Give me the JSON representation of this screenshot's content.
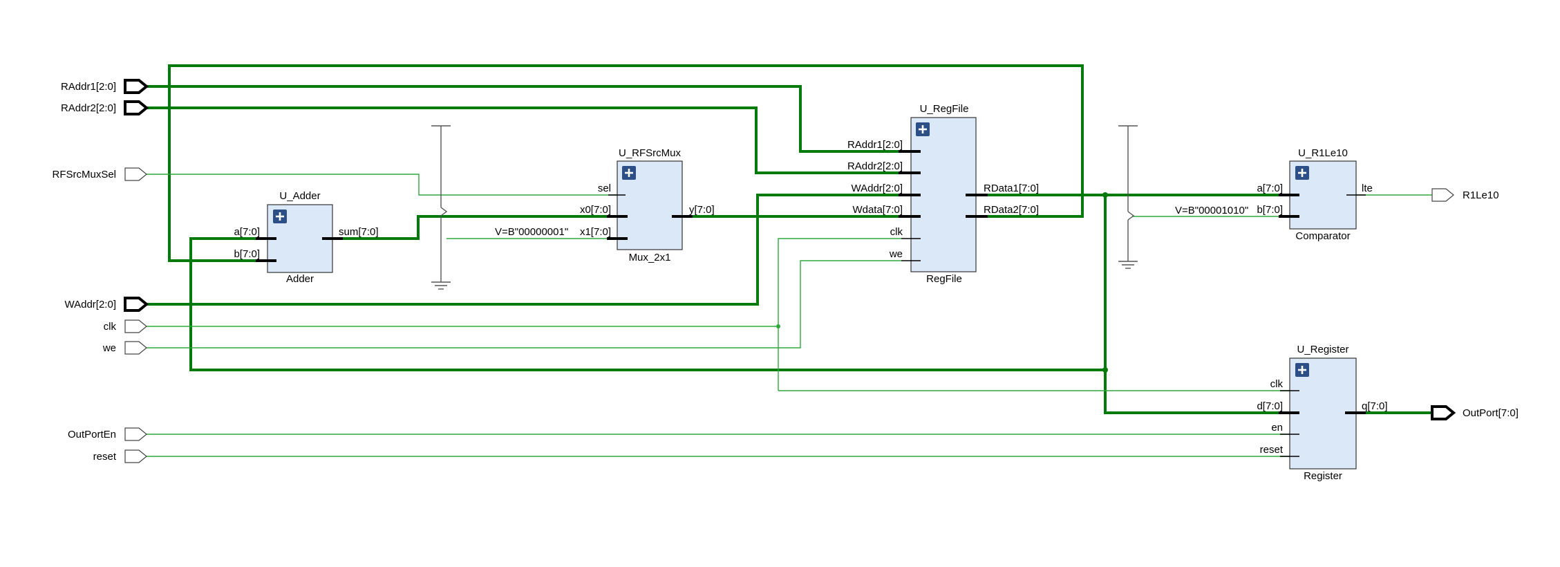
{
  "ports": {
    "raddr1": "RAddr1[2:0]",
    "raddr2": "RAddr2[2:0]",
    "rfsrcmuxsel": "RFSrcMuxSel",
    "waddr": "WAddr[2:0]",
    "clk": "clk",
    "we": "we",
    "outporten": "OutPortEn",
    "reset": "reset",
    "r1le10": "R1Le10",
    "outport": "OutPort[7:0]"
  },
  "adder": {
    "instance": "U_Adder",
    "type": "Adder",
    "pin_a": "a[7:0]",
    "pin_b": "b[7:0]",
    "pin_sum": "sum[7:0]"
  },
  "mux": {
    "instance": "U_RFSrcMux",
    "type": "Mux_2x1",
    "pin_sel": "sel",
    "pin_x0": "x0[7:0]",
    "pin_x1": "x1[7:0]",
    "pin_y": "y[7:0]"
  },
  "regfile": {
    "instance": "U_RegFile",
    "type": "RegFile",
    "pin_raddr1": "RAddr1[2:0]",
    "pin_raddr2": "RAddr2[2:0]",
    "pin_waddr": "WAddr[2:0]",
    "pin_wdata": "Wdata[7:0]",
    "pin_clk": "clk",
    "pin_we": "we",
    "pin_rdata1": "RData1[7:0]",
    "pin_rdata2": "RData2[7:0]"
  },
  "comparator": {
    "instance": "U_R1Le10",
    "type": "Comparator",
    "pin_a": "a[7:0]",
    "pin_b": "b[7:0]",
    "pin_lte": "lte"
  },
  "register": {
    "instance": "U_Register",
    "type": "Register",
    "pin_clk": "clk",
    "pin_d": "d[7:0]",
    "pin_en": "en",
    "pin_reset": "reset",
    "pin_q": "q[7:0]"
  },
  "constants": {
    "mux_x1_const": "V=B\"00000001\"",
    "comp_b_const": "V=B\"00001010\""
  },
  "colors": {
    "bus": "#007a0a",
    "net": "#2fa83a",
    "block_fill": "#dbe8f7",
    "expand_icon": "#2b4f86"
  }
}
